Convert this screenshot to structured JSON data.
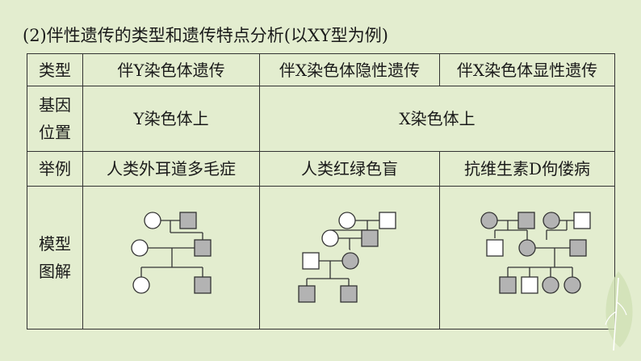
{
  "heading": "(2)伴性遗传的类型和遗传特点分析(以XY型为例)",
  "table": {
    "header": [
      "类型",
      "伴Y染色体遗传",
      "伴X染色体隐性遗传",
      "伴X染色体显性遗传"
    ],
    "location_label_line1": "基因",
    "location_label_line2": "位置",
    "location_y": "Y染色体上",
    "location_x": "X染色体上",
    "example_label": "举例",
    "examples": [
      "人类外耳道多毛症",
      "人类红绿色盲",
      "抗维生素D佝偻病"
    ],
    "model_label_line1": "模型",
    "model_label_line2": "图解"
  },
  "colors": {
    "background": "#e3edcf",
    "affected_fill": "#b3b3b3",
    "unaffected_fill": "#ffffff",
    "line": "#333333"
  }
}
